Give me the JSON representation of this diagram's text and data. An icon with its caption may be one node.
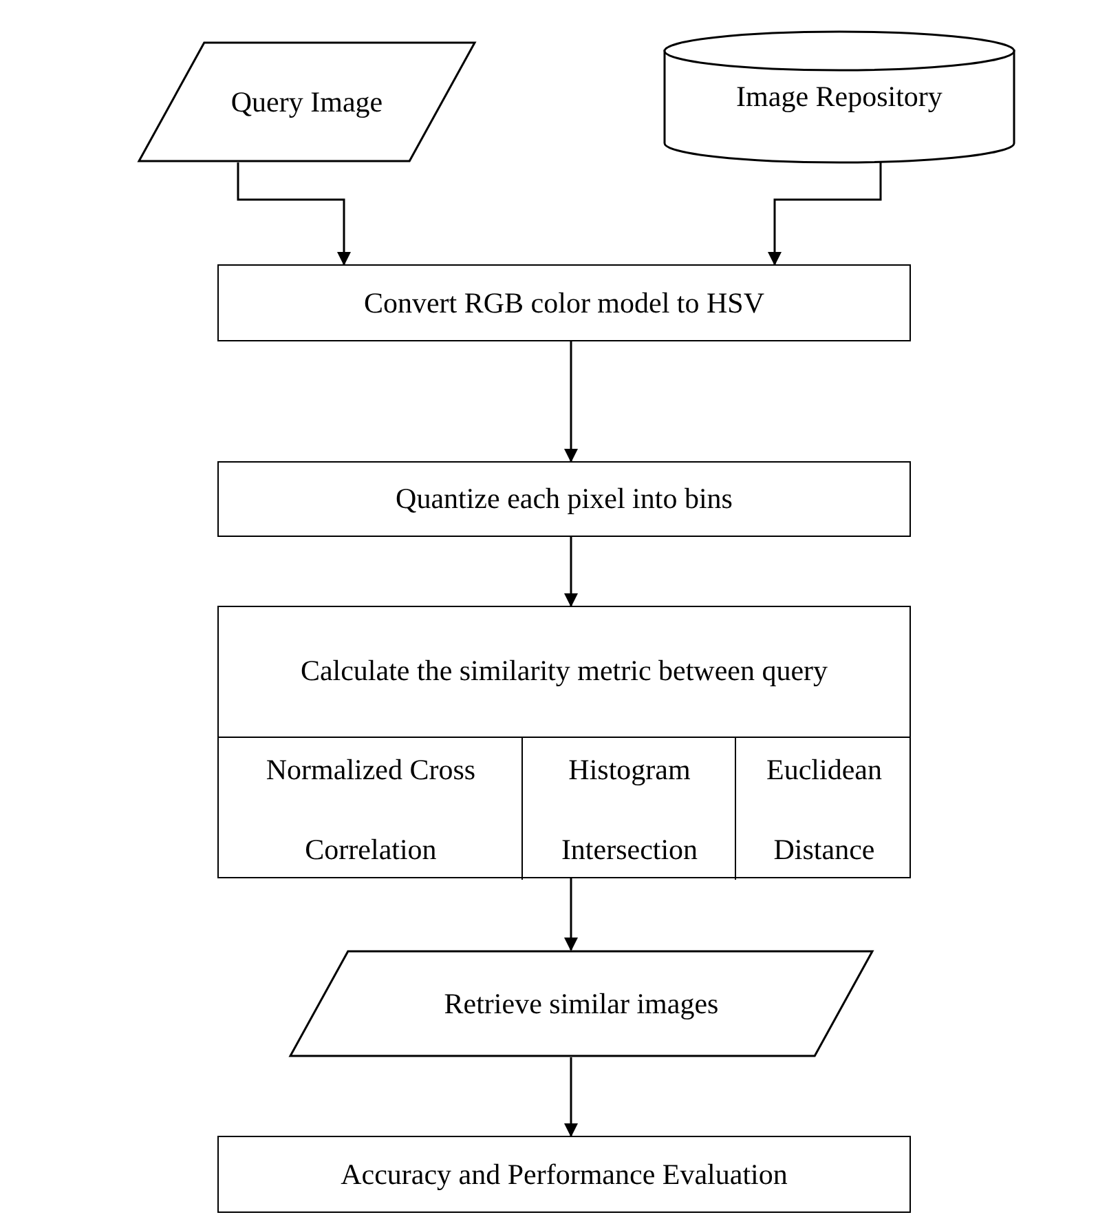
{
  "diagram": {
    "nodes": [
      {
        "text": [
          "Query Image"
        ]
      },
      {
        "text": [
          "Image Repository"
        ]
      },
      {
        "text": [
          "Convert RGB color model to HSV"
        ]
      },
      {
        "text": [
          "Quantize each pixel into bins"
        ]
      },
      {
        "text": [
          "Calculate the similarity metric between query"
        ]
      },
      {
        "text": [
          "Normalized Cross Correlation"
        ],
        "in": 4
      },
      {
        "text": [
          "Histogram Intersection"
        ],
        "in": 4
      },
      {
        "text": [
          "Euclidean Distance"
        ],
        "in": 4
      },
      {
        "text": [
          "Retrieve similar images"
        ]
      },
      {
        "text": [
          "Accuracy and Performance Evaluation"
        ]
      }
    ],
    "edges": [
      {
        "from": 0,
        "to": 2,
        "arrow": "to"
      },
      {
        "from": 1,
        "to": 2,
        "arrow": "to"
      },
      {
        "from": 2,
        "to": 3,
        "arrow": "to"
      },
      {
        "from": 3,
        "to": 4,
        "arrow": "to"
      },
      {
        "from": 4,
        "to": 8,
        "arrow": "to"
      },
      {
        "from": 8,
        "to": 9,
        "arrow": "to"
      }
    ]
  }
}
